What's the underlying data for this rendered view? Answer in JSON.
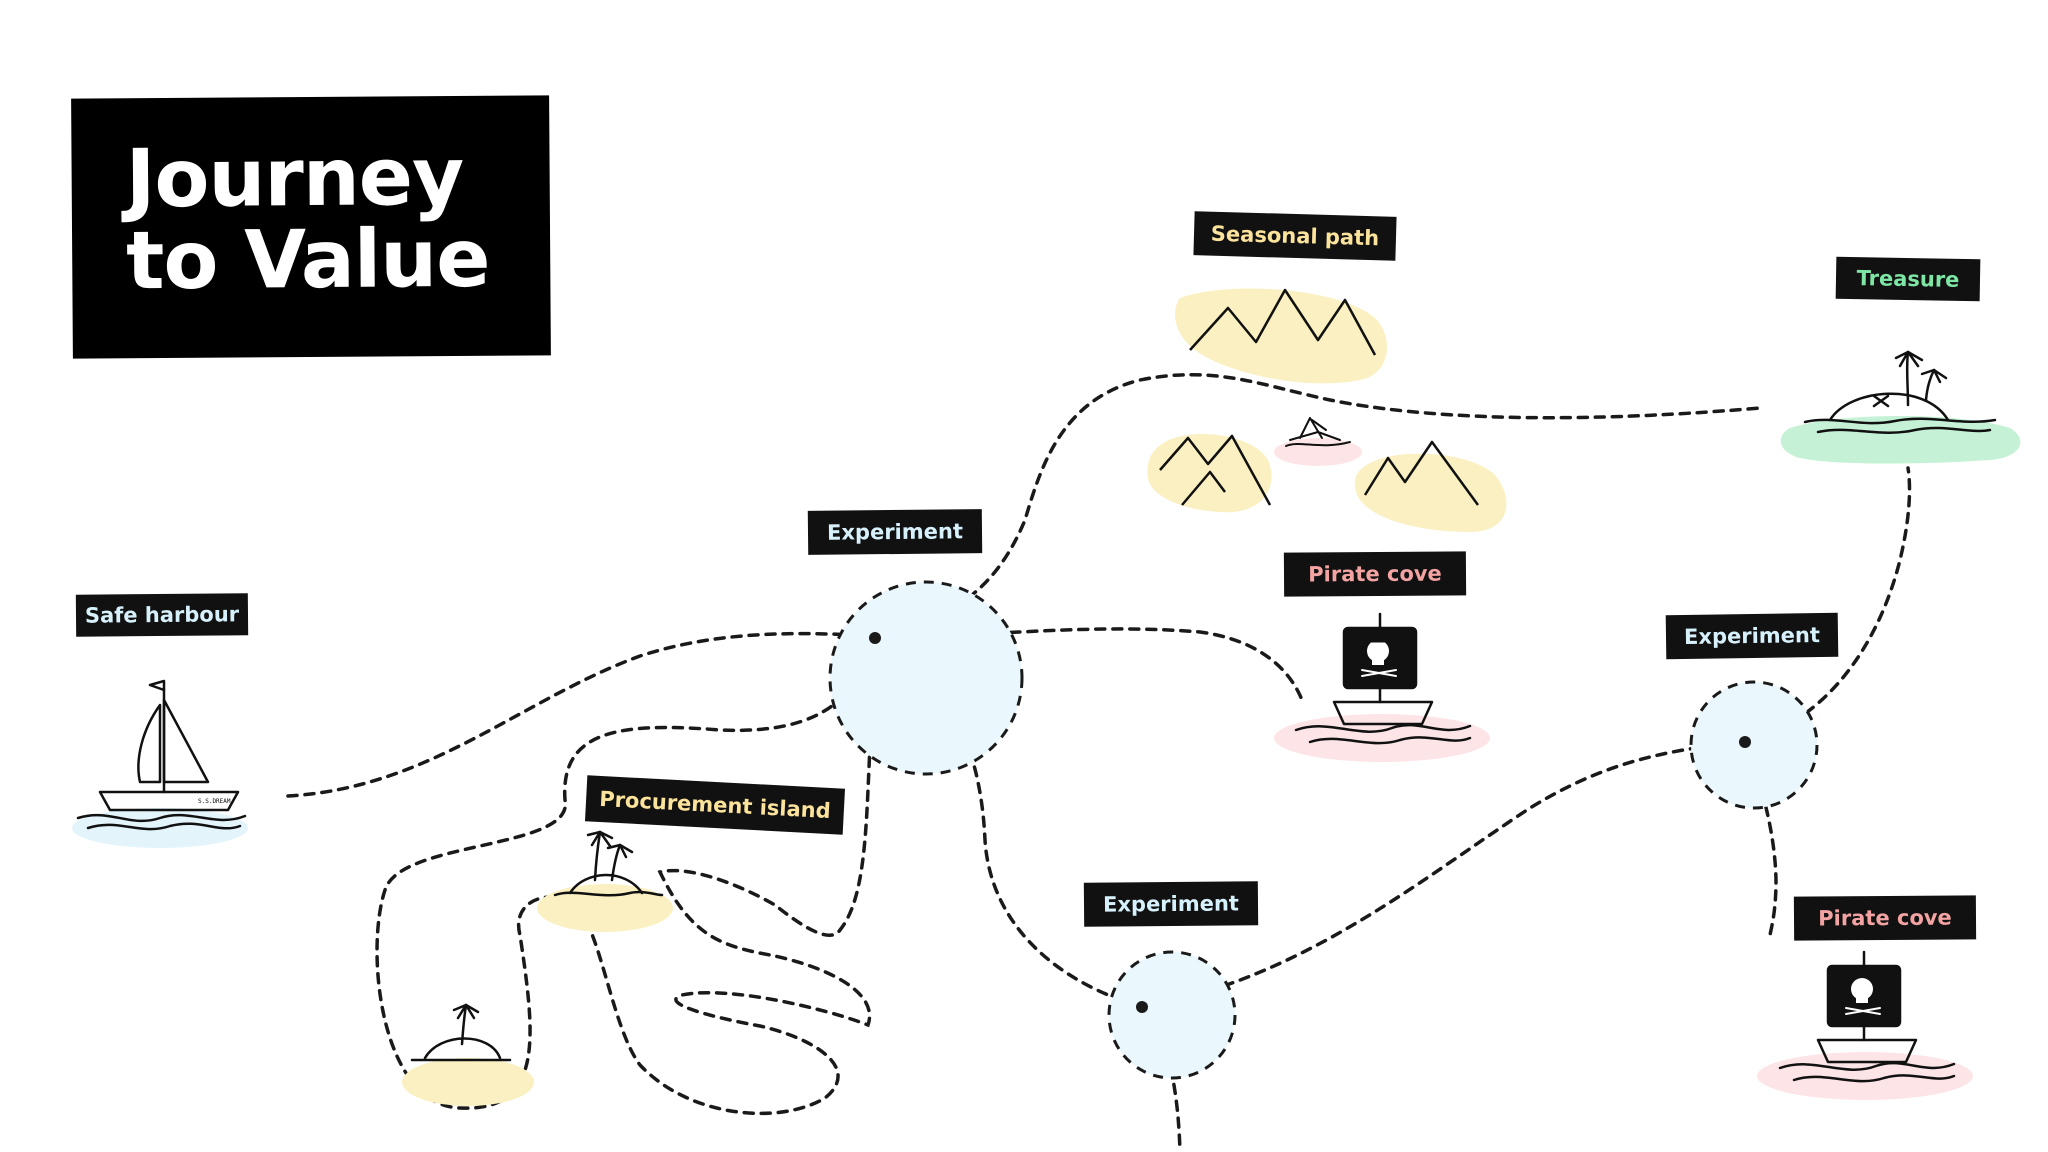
{
  "title": {
    "line1": "Journey",
    "line2": "to Value"
  },
  "labels": {
    "safe_harbour": "Safe harbour",
    "procurement": "Procurement island",
    "experiment_1": "Experiment",
    "experiment_2": "Experiment",
    "experiment_3": "Experiment",
    "seasonal_path": "Seasonal path",
    "pirate_cove_1": "Pirate cove",
    "pirate_cove_2": "Pirate cove",
    "treasure": "Treasure"
  },
  "colors": {
    "blue_label": "#d6f1fb",
    "yellow_label": "#fbe39c",
    "red_label": "#f4a3a3",
    "green_label": "#7ee6a4",
    "circle_fill": "#eaf7fd",
    "sand": "#fbf0c2",
    "water_blue": "#e3f4fb",
    "water_pink": "#fde4e6",
    "water_green": "#c5f2d6"
  },
  "icons": [
    "sailboat-icon",
    "palm-island-icon",
    "mountains-icon",
    "pirate-ship-icon",
    "treasure-island-icon",
    "shipwreck-icon"
  ]
}
